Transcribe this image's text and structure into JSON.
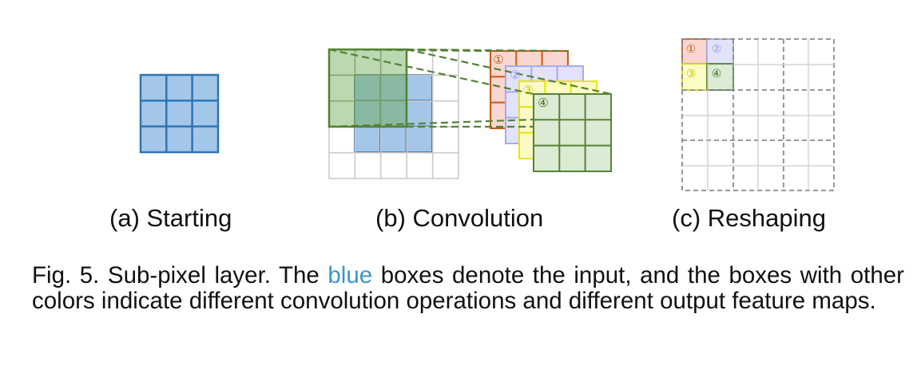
{
  "figure": {
    "panels": [
      {
        "id": "a",
        "label": "(a) Starting"
      },
      {
        "id": "b",
        "label": "(b) Convolution"
      },
      {
        "id": "c",
        "label": "(c) Reshaping"
      }
    ],
    "map_markers": [
      "①",
      "②",
      "③",
      "④"
    ],
    "colors": {
      "input_blue": "#5b9bd5",
      "input_fill": "#a4c6e8",
      "orange": "#c55a11",
      "orange_fill": "#f9d6cf",
      "purple": "#a9a9ef",
      "purple_fill": "#e2e2fb",
      "yellow": "#e6e600",
      "yellow_fill": "#fbfbc6",
      "green": "#548235",
      "green_fill": "#dcebd3",
      "grid_gray": "#c8c8c8",
      "dash_gray": "#8a8a8a"
    }
  },
  "caption": {
    "prefix": "Fig. 5. Sub-pixel layer. The ",
    "highlight": "blue",
    "suffix": " boxes denote the input, and the boxes with other colors indicate different convolution operations and different output feature maps."
  }
}
